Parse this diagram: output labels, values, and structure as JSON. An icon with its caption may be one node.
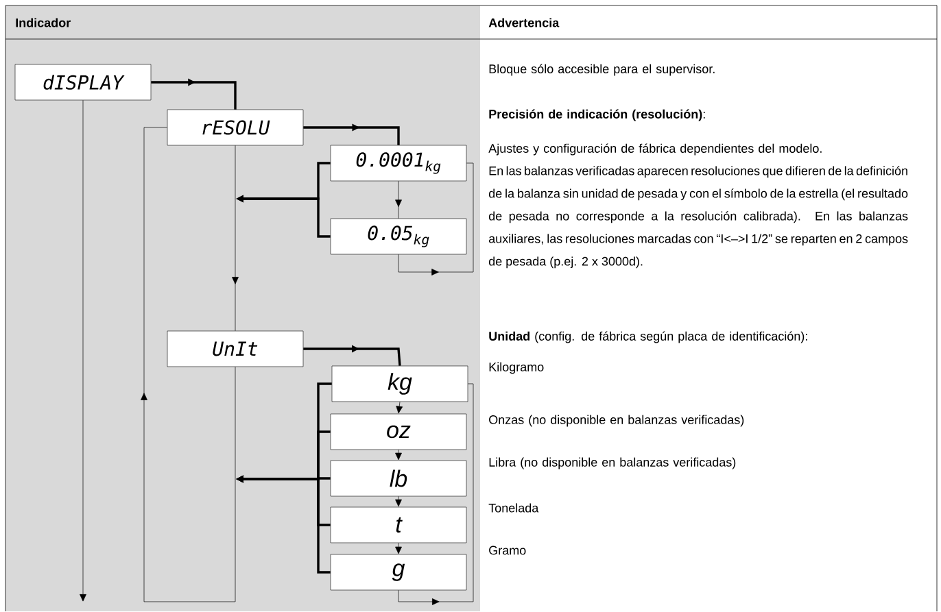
{
  "diagram": {
    "nodes": [
      {
        "text": [
          "dISPLAY"
        ]
      },
      {
        "text": [
          "rESOLU"
        ]
      },
      {
        "text": [
          "0.0001$_{kg}$"
        ]
      },
      {
        "text": [
          "0.05$_{kg}$"
        ]
      },
      {
        "text": [
          "UnIt"
        ]
      },
      {
        "text": [
          "kg"
        ]
      },
      {
        "text": [
          "oz"
        ]
      },
      {
        "text": [
          "lb"
        ]
      },
      {
        "text": [
          "t"
        ]
      },
      {
        "text": [
          "g"
        ]
      }
    ],
    "edges": [
      {
        "from": 0,
        "to": 1,
        "arrow": "to",
        "style": "thick"
      },
      {
        "from": 0,
        "to": null,
        "arrow": "to"
      },
      {
        "from": 1,
        "to": 2,
        "arrow": "to",
        "style": "thick"
      },
      {
        "from": 2,
        "to": 3,
        "arrow": "to"
      },
      {
        "from": 3,
        "to": 2,
        "arrow": "to"
      },
      {
        "from": 2,
        "to": null,
        "arrow": "to",
        "style": "thick"
      },
      {
        "from": 3,
        "to": null,
        "arrow": "to",
        "style": "thick"
      },
      {
        "from": 1,
        "to": 4,
        "arrow": "to"
      },
      {
        "from": 4,
        "to": 1,
        "arrow": "to"
      },
      {
        "from": 4,
        "to": 5,
        "arrow": "to",
        "style": "thick"
      },
      {
        "from": 5,
        "to": 6,
        "arrow": "to"
      },
      {
        "from": 6,
        "to": 7,
        "arrow": "to"
      },
      {
        "from": 7,
        "to": 8,
        "arrow": "to"
      },
      {
        "from": 8,
        "to": 9,
        "arrow": "to"
      },
      {
        "from": 9,
        "to": 5,
        "arrow": "to"
      },
      {
        "from": 5,
        "to": null,
        "arrow": "to",
        "style": "thick"
      },
      {
        "from": 6,
        "to": null,
        "arrow": "to",
        "style": "thick"
      },
      {
        "from": 7,
        "to": null,
        "arrow": "to",
        "style": "thick"
      },
      {
        "from": 8,
        "to": null,
        "arrow": "to",
        "style": "thick"
      },
      {
        "from": 9,
        "to": null,
        "arrow": "to",
        "style": "thick"
      }
    ],
    "labels": [
      "Indicador",
      "Advertencia",
      "Bloque sólo accesible para el supervisor.",
      "**Precisión de indicación (resolución)**:",
      "Ajustes y configuración de fábrica dependientes del modelo.",
      "En las balanzas verificadas aparecen resoluciones que difieren de la definición de la balanza sin unidad de pesada y con el símbolo de la estrella (el resultado de pesada no corresponde a la resolución calibrada). En las balanzas auxiliares, las resoluciones marcadas con “I<–>I 1/2” se reparten en 2 campos de pesada (p.ej. 2 x 3000d).",
      "**Unidad** (config. de fábrica según placa de identificación):",
      "Kilogramo",
      "Onzas (no disponible en balanzas verificadas)",
      "Libra (no disponible en balanzas verificadas)",
      "Tonelada",
      "Gramo"
    ]
  }
}
